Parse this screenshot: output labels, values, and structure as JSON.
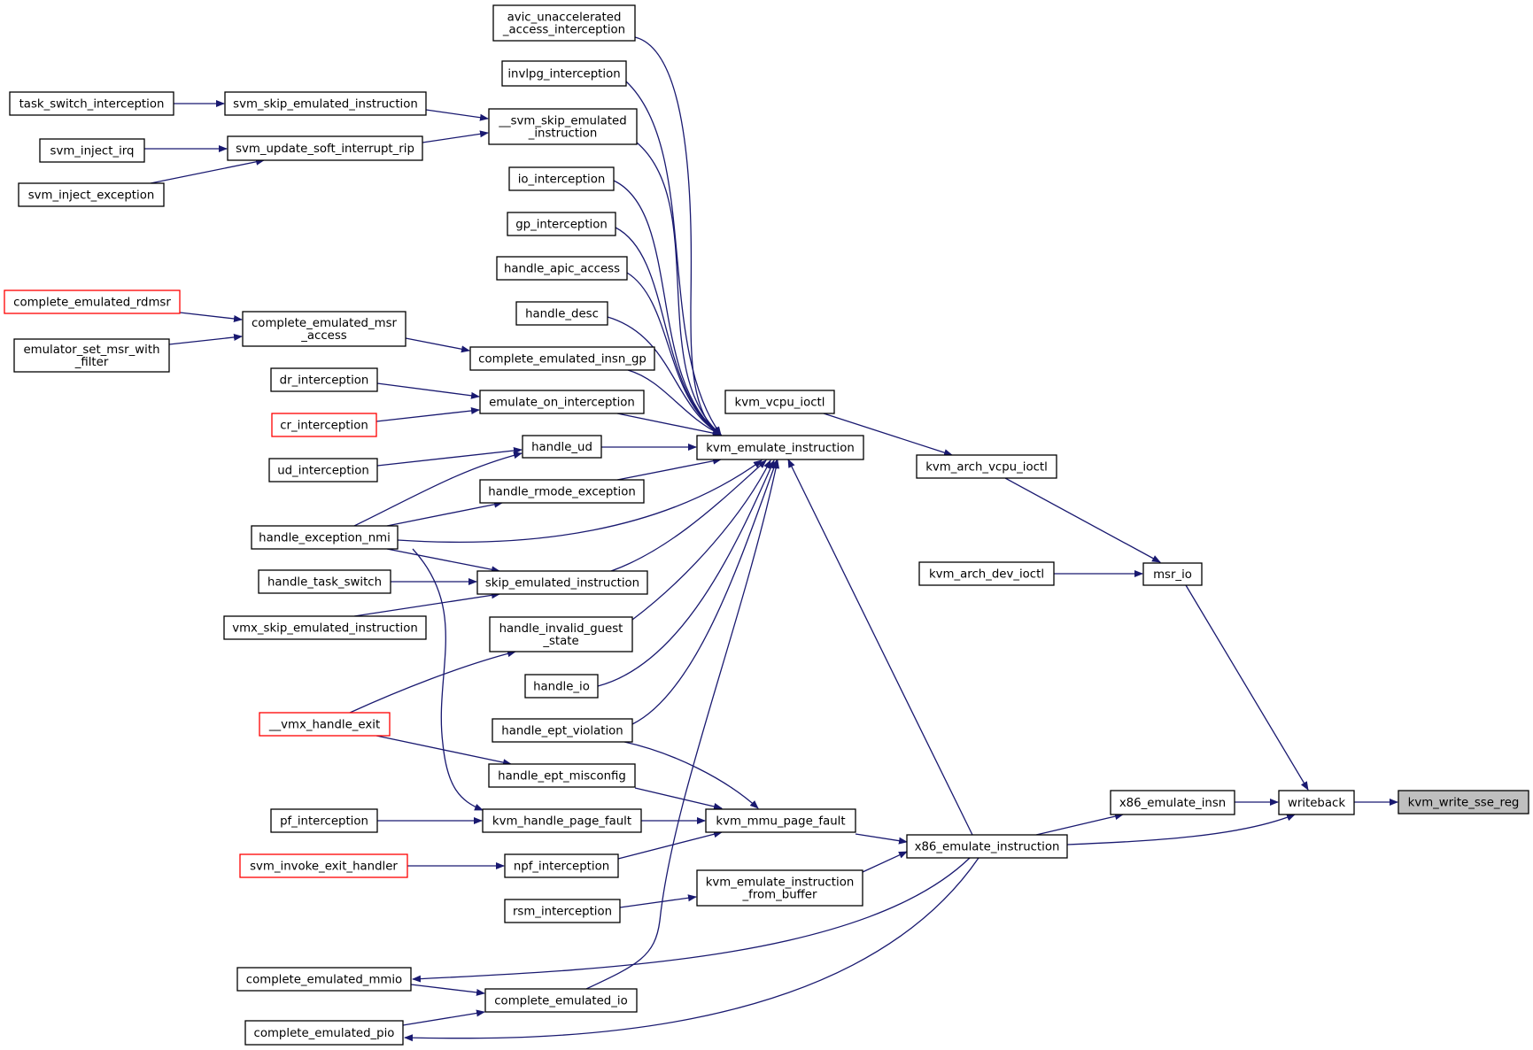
{
  "diagram": {
    "edge_color": "#191970",
    "link_border_color": "#000000",
    "external_border_color": "#ff0000",
    "current_fill": "#bfbfbf",
    "nodes": [
      {
        "id": "avic_unaccel",
        "lines": [
          "avic_unaccelerated",
          "_access_interception"
        ]
      },
      {
        "id": "invlpg",
        "lines": [
          "invlpg_interception"
        ]
      },
      {
        "id": "svm_skip_emulated",
        "lines": [
          "__svm_skip_emulated",
          "_instruction"
        ]
      },
      {
        "id": "task_switch_interception",
        "lines": [
          "task_switch_interception"
        ]
      },
      {
        "id": "svm_skip_emulated_instruction",
        "lines": [
          "svm_skip_emulated_instruction"
        ]
      },
      {
        "id": "svm_inject_irq",
        "lines": [
          "svm_inject_irq"
        ]
      },
      {
        "id": "svm_update_soft_interrupt_rip",
        "lines": [
          "svm_update_soft_interrupt_rip"
        ]
      },
      {
        "id": "svm_inject_exception",
        "lines": [
          "svm_inject_exception"
        ]
      },
      {
        "id": "io_interception",
        "lines": [
          "io_interception"
        ]
      },
      {
        "id": "gp_interception",
        "lines": [
          "gp_interception"
        ]
      },
      {
        "id": "handle_apic_access",
        "lines": [
          "handle_apic_access"
        ]
      },
      {
        "id": "handle_desc",
        "lines": [
          "handle_desc"
        ]
      },
      {
        "id": "complete_emulated_rdmsr",
        "lines": [
          "complete_emulated_rdmsr"
        ],
        "external": true
      },
      {
        "id": "complete_emulated_msr_access",
        "lines": [
          "complete_emulated_msr",
          "_access"
        ]
      },
      {
        "id": "emulator_set_msr_with_filter",
        "lines": [
          "emulator_set_msr_with",
          "_filter"
        ]
      },
      {
        "id": "complete_emulated_insn_gp",
        "lines": [
          "complete_emulated_insn_gp"
        ]
      },
      {
        "id": "dr_interception",
        "lines": [
          "dr_interception"
        ]
      },
      {
        "id": "emulate_on_interception",
        "lines": [
          "emulate_on_interception"
        ]
      },
      {
        "id": "cr_interception",
        "lines": [
          "cr_interception"
        ],
        "external": true
      },
      {
        "id": "kvm_vcpu_ioctl",
        "lines": [
          "kvm_vcpu_ioctl"
        ]
      },
      {
        "id": "handle_ud",
        "lines": [
          "handle_ud"
        ]
      },
      {
        "id": "kvm_emulate_instruction",
        "lines": [
          "kvm_emulate_instruction"
        ]
      },
      {
        "id": "kvm_arch_vcpu_ioctl",
        "lines": [
          "kvm_arch_vcpu_ioctl"
        ]
      },
      {
        "id": "ud_interception",
        "lines": [
          "ud_interception"
        ]
      },
      {
        "id": "handle_rmode_exception",
        "lines": [
          "handle_rmode_exception"
        ]
      },
      {
        "id": "handle_exception_nmi",
        "lines": [
          "handle_exception_nmi"
        ]
      },
      {
        "id": "kvm_arch_dev_ioctl",
        "lines": [
          "kvm_arch_dev_ioctl"
        ]
      },
      {
        "id": "msr_io",
        "lines": [
          "msr_io"
        ]
      },
      {
        "id": "handle_task_switch",
        "lines": [
          "handle_task_switch"
        ]
      },
      {
        "id": "skip_emulated_instruction",
        "lines": [
          "skip_emulated_instruction"
        ]
      },
      {
        "id": "vmx_skip_emulated_instruction",
        "lines": [
          "vmx_skip_emulated_instruction"
        ]
      },
      {
        "id": "handle_invalid_guest_state",
        "lines": [
          "handle_invalid_guest",
          "_state"
        ]
      },
      {
        "id": "handle_io",
        "lines": [
          "handle_io"
        ]
      },
      {
        "id": "vmx_handle_exit",
        "lines": [
          "__vmx_handle_exit"
        ],
        "external": true
      },
      {
        "id": "handle_ept_violation",
        "lines": [
          "handle_ept_violation"
        ]
      },
      {
        "id": "handle_ept_misconfig",
        "lines": [
          "handle_ept_misconfig"
        ]
      },
      {
        "id": "x86_emulate_insn",
        "lines": [
          "x86_emulate_insn"
        ]
      },
      {
        "id": "writeback",
        "lines": [
          "writeback"
        ]
      },
      {
        "id": "kvm_write_sse_reg",
        "lines": [
          "kvm_write_sse_reg"
        ],
        "current": true
      },
      {
        "id": "pf_interception",
        "lines": [
          "pf_interception"
        ]
      },
      {
        "id": "kvm_handle_page_fault",
        "lines": [
          "kvm_handle_page_fault"
        ]
      },
      {
        "id": "kvm_mmu_page_fault",
        "lines": [
          "kvm_mmu_page_fault"
        ]
      },
      {
        "id": "x86_emulate_instruction",
        "lines": [
          "x86_emulate_instruction"
        ]
      },
      {
        "id": "svm_invoke_exit_handler",
        "lines": [
          "svm_invoke_exit_handler"
        ],
        "external": true
      },
      {
        "id": "npf_interception",
        "lines": [
          "npf_interception"
        ]
      },
      {
        "id": "kvm_emulate_instruction_from_buffer",
        "lines": [
          "kvm_emulate_instruction",
          "_from_buffer"
        ]
      },
      {
        "id": "rsm_interception",
        "lines": [
          "rsm_interception"
        ]
      },
      {
        "id": "complete_emulated_mmio",
        "lines": [
          "complete_emulated_mmio"
        ]
      },
      {
        "id": "complete_emulated_io",
        "lines": [
          "complete_emulated_io"
        ]
      },
      {
        "id": "complete_emulated_pio",
        "lines": [
          "complete_emulated_pio"
        ]
      }
    ],
    "edges": [
      {
        "from": "kvm_write_sse_reg",
        "to": "writeback"
      },
      {
        "from": "writeback",
        "to": "msr_io"
      },
      {
        "from": "writeback",
        "to": "x86_emulate_insn"
      },
      {
        "from": "writeback",
        "to": "x86_emulate_instruction"
      },
      {
        "from": "msr_io",
        "to": "kvm_arch_vcpu_ioctl"
      },
      {
        "from": "msr_io",
        "to": "kvm_arch_dev_ioctl"
      },
      {
        "from": "kvm_arch_vcpu_ioctl",
        "to": "kvm_vcpu_ioctl"
      },
      {
        "from": "x86_emulate_insn",
        "to": "x86_emulate_instruction"
      },
      {
        "from": "x86_emulate_instruction",
        "to": "kvm_emulate_instruction"
      },
      {
        "from": "x86_emulate_instruction",
        "to": "kvm_mmu_page_fault"
      },
      {
        "from": "x86_emulate_instruction",
        "to": "kvm_emulate_instruction_from_buffer"
      },
      {
        "from": "x86_emulate_instruction",
        "to": "complete_emulated_mmio"
      },
      {
        "from": "x86_emulate_instruction",
        "to": "complete_emulated_pio"
      },
      {
        "from": "kvm_emulate_instruction",
        "to": "avic_unaccel"
      },
      {
        "from": "kvm_emulate_instruction",
        "to": "invlpg"
      },
      {
        "from": "kvm_emulate_instruction",
        "to": "svm_skip_emulated"
      },
      {
        "from": "kvm_emulate_instruction",
        "to": "io_interception"
      },
      {
        "from": "kvm_emulate_instruction",
        "to": "gp_interception"
      },
      {
        "from": "kvm_emulate_instruction",
        "to": "handle_apic_access"
      },
      {
        "from": "kvm_emulate_instruction",
        "to": "handle_desc"
      },
      {
        "from": "kvm_emulate_instruction",
        "to": "complete_emulated_insn_gp"
      },
      {
        "from": "kvm_emulate_instruction",
        "to": "emulate_on_interception"
      },
      {
        "from": "kvm_emulate_instruction",
        "to": "handle_ud"
      },
      {
        "from": "kvm_emulate_instruction",
        "to": "handle_rmode_exception"
      },
      {
        "from": "kvm_emulate_instruction",
        "to": "handle_exception_nmi"
      },
      {
        "from": "kvm_emulate_instruction",
        "to": "skip_emulated_instruction"
      },
      {
        "from": "kvm_emulate_instruction",
        "to": "handle_invalid_guest_state"
      },
      {
        "from": "kvm_emulate_instruction",
        "to": "handle_io"
      },
      {
        "from": "kvm_emulate_instruction",
        "to": "handle_ept_violation"
      },
      {
        "from": "kvm_emulate_instruction",
        "to": "complete_emulated_io"
      },
      {
        "from": "svm_skip_emulated",
        "to": "svm_skip_emulated_instruction"
      },
      {
        "from": "svm_skip_emulated",
        "to": "svm_update_soft_interrupt_rip"
      },
      {
        "from": "svm_skip_emulated_instruction",
        "to": "task_switch_interception"
      },
      {
        "from": "svm_update_soft_interrupt_rip",
        "to": "svm_inject_irq"
      },
      {
        "from": "svm_update_soft_interrupt_rip",
        "to": "svm_inject_exception"
      },
      {
        "from": "complete_emulated_insn_gp",
        "to": "complete_emulated_msr_access"
      },
      {
        "from": "complete_emulated_msr_access",
        "to": "complete_emulated_rdmsr"
      },
      {
        "from": "complete_emulated_msr_access",
        "to": "emulator_set_msr_with_filter"
      },
      {
        "from": "emulate_on_interception",
        "to": "dr_interception"
      },
      {
        "from": "emulate_on_interception",
        "to": "cr_interception"
      },
      {
        "from": "handle_ud",
        "to": "ud_interception"
      },
      {
        "from": "handle_ud",
        "to": "handle_exception_nmi"
      },
      {
        "from": "handle_rmode_exception",
        "to": "handle_exception_nmi"
      },
      {
        "from": "skip_emulated_instruction",
        "to": "handle_exception_nmi"
      },
      {
        "from": "skip_emulated_instruction",
        "to": "handle_task_switch"
      },
      {
        "from": "skip_emulated_instruction",
        "to": "vmx_skip_emulated_instruction"
      },
      {
        "from": "handle_invalid_guest_state",
        "to": "vmx_handle_exit"
      },
      {
        "from": "kvm_mmu_page_fault",
        "to": "handle_ept_violation"
      },
      {
        "from": "kvm_mmu_page_fault",
        "to": "handle_ept_misconfig"
      },
      {
        "from": "kvm_mmu_page_fault",
        "to": "kvm_handle_page_fault"
      },
      {
        "from": "kvm_mmu_page_fault",
        "to": "npf_interception"
      },
      {
        "from": "handle_ept_misconfig",
        "to": "vmx_handle_exit"
      },
      {
        "from": "kvm_handle_page_fault",
        "to": "pf_interception"
      },
      {
        "from": "kvm_handle_page_fault",
        "to": "handle_exception_nmi"
      },
      {
        "from": "npf_interception",
        "to": "svm_invoke_exit_handler"
      },
      {
        "from": "kvm_emulate_instruction_from_buffer",
        "to": "rsm_interception"
      },
      {
        "from": "complete_emulated_io",
        "to": "complete_emulated_mmio"
      },
      {
        "from": "complete_emulated_io",
        "to": "complete_emulated_pio"
      }
    ]
  }
}
